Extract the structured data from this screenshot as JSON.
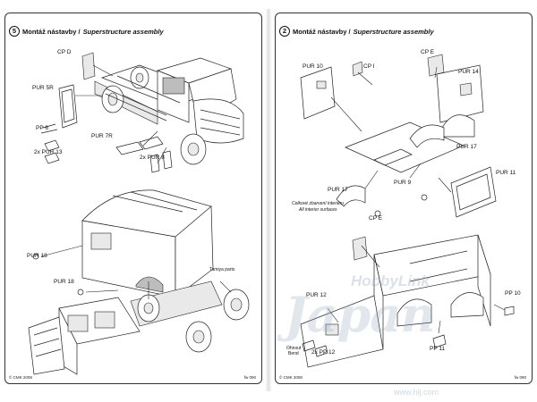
{
  "left_page": {
    "step_number": "5",
    "title_cz": "Montáž nástavby /",
    "title_en": "Superstructure assembly",
    "labels": {
      "cpd": "CP D",
      "pur5r": "PUR 5R",
      "pp6": "PP 6",
      "pur13": "2x PUR 13",
      "pur7r": "PUR 7R",
      "pur8": "2x PUR 8",
      "pur18a": "PUR 18",
      "pur18b": "PUR 18",
      "tamiya": "Tamiya parts"
    },
    "footer_left": "© CMK 2008",
    "footer_right": "fw 090"
  },
  "right_page": {
    "step_number": "2",
    "title_cz": "Montáž nástavby /",
    "title_en": "Superstructure assembly",
    "labels": {
      "pur10": "PUR 10",
      "cpi": "CP I",
      "cpe_top": "CP E",
      "pur14": "PUR 14",
      "pur17a": "PUR 17",
      "pur17b": "PUR 17",
      "pur11": "PUR 11",
      "pur9": "PUR 9",
      "note_cz": "Celkové zbarvení interiéru",
      "note_en": "All interior surfaces",
      "cpe_bottom": "CP E",
      "pur12": "PUR 12",
      "pp10": "PP 10",
      "pp11": "PP 11",
      "pp12": "2x PP 12",
      "ohnout": "Ohnout",
      "bend": "Bend"
    },
    "footer_left": "© CMK 2008",
    "footer_right": "fw 090"
  },
  "watermark": {
    "top": "HobbyLink",
    "main": "Japan",
    "url": "www.hlj.com"
  }
}
